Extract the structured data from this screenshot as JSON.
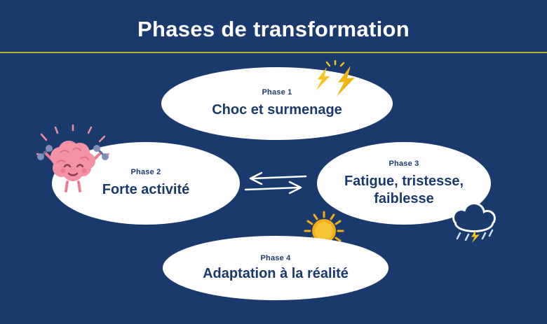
{
  "title": "Phases de transformation",
  "phases": [
    {
      "label": "Phase 1",
      "title": "Choc et surmenage"
    },
    {
      "label": "Phase 2",
      "title": "Forte activité"
    },
    {
      "label": "Phase 3",
      "title": "Fatigue, tristesse, faiblesse"
    },
    {
      "label": "Phase 4",
      "title": "Adaptation à la réalité"
    }
  ],
  "icons": {
    "lightning": "lightning-bolts-icon",
    "brain": "exercising-brain-icon",
    "storm": "storm-cloud-rain-icon",
    "sun": "sun-icon",
    "arrows": "left-right-exchange-arrows-icon"
  },
  "colors": {
    "background": "#1a3a6e",
    "ellipse_fill": "#ffffff",
    "phase_text": "#1a3a6e",
    "title_text": "#ffffff",
    "divider": "#b5b13d",
    "lightning_yellow": "#f5c51d",
    "sun_yellow": "#f2ae14",
    "brain_pink": "#f493a6",
    "dumbbell_gray": "#7e8fba",
    "rain_blue": "#cfe0f5",
    "arrow_white": "#ffffff"
  }
}
